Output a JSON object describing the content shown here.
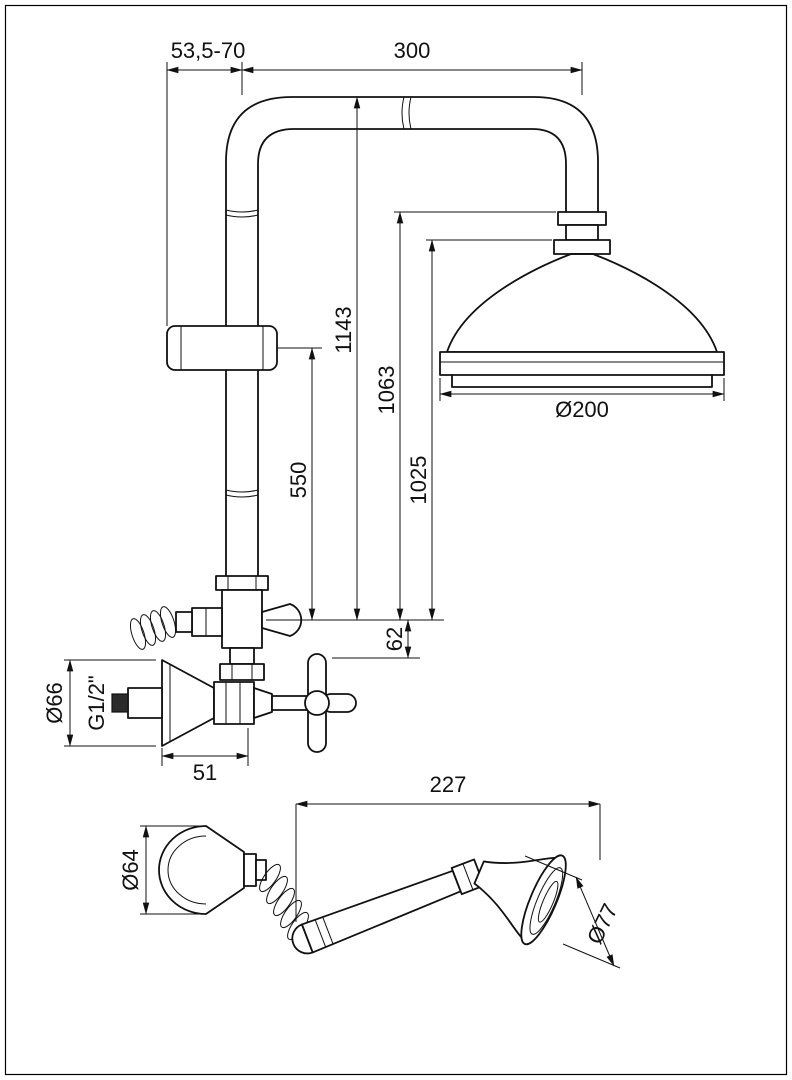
{
  "drawing": {
    "subject": "shower column technical dimension drawing",
    "line_color": "#111111",
    "background": "#ffffff"
  },
  "dimensions": {
    "wall_to_column": "53,5-70",
    "arm_reach": "300",
    "overall_height": "1143",
    "connector_height": "1063",
    "head_height": "1025",
    "column_lower_height": "550",
    "outlet_spacing": "62",
    "escutcheon_diameter": "Ø66",
    "thread_size": "G1/2\"",
    "valve_projection": "51",
    "head_diameter": "Ø200",
    "handshower_length": "227",
    "supply_elbow_diameter": "Ø64",
    "handshower_head_diameter": "Ø77"
  }
}
